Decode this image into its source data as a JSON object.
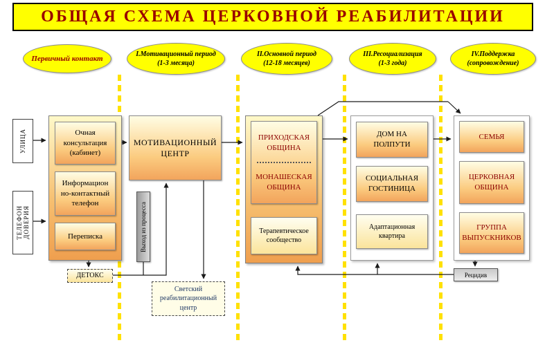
{
  "title": "ОБЩАЯ СХЕМА ЦЕРКОВНОЙ РЕАБИЛИТАЦИИ",
  "stages": [
    {
      "label": "Первичный контакт",
      "sub": ""
    },
    {
      "label": "I.Мотивационный период",
      "sub": "(1-3 месяца)"
    },
    {
      "label": "II.Основной период",
      "sub": "(12-18 месяцев)"
    },
    {
      "label": "III.Ресоциализация",
      "sub": "(1-3 года)"
    },
    {
      "label": "IV.Поддержка",
      "sub": "(сопровождение)"
    }
  ],
  "sources": {
    "street": "УЛИЦА",
    "helpline": "ТЕЛЕФОН\nДОВЕРИЯ"
  },
  "stage1": {
    "consultation": "Очная\nконсультация\n(кабинет)",
    "info_phone": "Информацион\nно-контактный\nтелефон",
    "correspondence": "Переписка",
    "detox": "ДЕТОКС"
  },
  "stage2": {
    "motivation_center": "МОТИВАЦИОННЫЙ\nЦЕНТР",
    "process_exit": "Выход из процесса",
    "secular_center": "Светский\nреабилитационный\nцентр"
  },
  "stage3": {
    "parish_community": "ПРИХОДСКАЯ\nОБЩИНА",
    "monastic_community": "МОНАШЕСКАЯ\nОБЩИНА",
    "therapeutic_community": "Терапевтическое\nсообщество"
  },
  "stage4": {
    "halfway_house": "ДОМ НА\nПОЛПУТИ",
    "social_hotel": "СОЦИАЛЬНАЯ\nГОСТИНИЦА",
    "adaptation_apartment": "Адаптационная\nквартира"
  },
  "stage5": {
    "family": "СЕМЬЯ",
    "church_community": "ЦЕРКОВНАЯ\nОБЩИНА",
    "alumni_group": "ГРУППА\nВЫПУСКНИКОВ",
    "relapse": "Рецидив"
  },
  "colors": {
    "banner_bg": "#FFFF00",
    "title_text": "#990000",
    "accent_red": "#8B0000",
    "box_top": "#FFFDE4",
    "box_bottom": "#F2A45C",
    "separator_yellow": "#FFE100",
    "secular_text": "#1F3864"
  }
}
